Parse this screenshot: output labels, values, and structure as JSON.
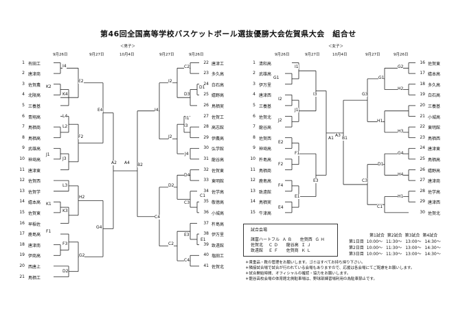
{
  "title": "第46回全国高等学校バスケットボール選抜優勝大会佐賀県大会　組合せ",
  "male": {
    "section_label": "＜男子＞",
    "dates_left": [
      "9月26日",
      "9月27日",
      "10月4日"
    ],
    "dates_right": [
      "9月27日",
      "9月26日"
    ],
    "left_teams": [
      {
        "n": "1",
        "name": "有田工"
      },
      {
        "n": "2",
        "name": "唐津商"
      },
      {
        "n": "3",
        "name": "佐賀農"
      },
      {
        "n": "4",
        "name": "北陵高"
      },
      {
        "n": "5",
        "name": "三養基"
      },
      {
        "n": "6",
        "name": "青翔高"
      },
      {
        "n": "7",
        "name": "鳥栖商"
      },
      {
        "n": "8",
        "name": "鳥栖高"
      },
      {
        "n": "9",
        "name": "武雄高"
      },
      {
        "n": "10",
        "name": "神埼高"
      },
      {
        "n": "11",
        "name": "唐津東"
      },
      {
        "n": "12",
        "name": "佐賀西"
      },
      {
        "n": "13",
        "name": "佐賀学"
      },
      {
        "n": "14",
        "name": "嬉本高"
      },
      {
        "n": "15",
        "name": "佐賀東"
      },
      {
        "n": "16",
        "name": "早稲佐"
      },
      {
        "n": "17",
        "name": "鹿島高"
      },
      {
        "n": "18",
        "name": "唐津南"
      },
      {
        "n": "19",
        "name": "伊商高"
      },
      {
        "n": "20",
        "name": "西唐上"
      },
      {
        "n": "21",
        "name": "鳥栖工"
      }
    ],
    "right_teams": [
      {
        "n": "22",
        "name": "唐津工"
      },
      {
        "n": "23",
        "name": "多久高"
      },
      {
        "n": "24",
        "name": "白石高"
      },
      {
        "n": "25",
        "name": "嬉野高"
      },
      {
        "n": "26",
        "name": "鳥栖実"
      },
      {
        "n": "27",
        "name": "佐賀工"
      },
      {
        "n": "28",
        "name": "高志館"
      },
      {
        "n": "29",
        "name": "伊農高"
      },
      {
        "n": "30",
        "name": "弘学館"
      },
      {
        "n": "31",
        "name": "龍谷高"
      },
      {
        "n": "32",
        "name": "佐賀東"
      },
      {
        "n": "33",
        "name": "東明館"
      },
      {
        "n": "34",
        "name": "佐学高"
      },
      {
        "n": "35",
        "name": "敬徳高"
      },
      {
        "n": "36",
        "name": "小城高"
      },
      {
        "n": "37",
        "name": "杵島高"
      },
      {
        "n": "38",
        "name": "伊万里"
      },
      {
        "n": "39",
        "name": "致遠館"
      },
      {
        "n": "40",
        "name": "塩田工"
      },
      {
        "n": "41",
        "name": "佐賀北"
      }
    ],
    "labels": [
      "I4",
      "K2",
      "K4",
      "E2",
      "L2",
      "L4",
      "F2",
      "J1",
      "J3",
      "L3",
      "K1",
      "K3",
      "H2",
      "F1",
      "F3",
      "G2",
      "D2",
      "G4",
      "E4",
      "A2",
      "A4",
      "B2",
      "C4",
      "I4",
      "C2",
      "D1",
      "D3",
      "I2",
      "I3",
      "I1",
      "J2",
      "J4",
      "D4",
      "C1",
      "C3",
      "D2",
      "E3",
      "E1",
      "C4",
      "C2"
    ]
  },
  "female": {
    "section_label": "＜女子＞",
    "dates_left": [
      "9月26日",
      "9月27日",
      "10月4日"
    ],
    "dates_right": [
      "9月27日",
      "9月26日"
    ],
    "left_teams": [
      {
        "n": "1",
        "name": "清和高"
      },
      {
        "n": "2",
        "name": "武雄高"
      },
      {
        "n": "3",
        "name": "伊万里"
      },
      {
        "n": "4",
        "name": "唐津西"
      },
      {
        "n": "5",
        "name": "三養基"
      },
      {
        "n": "6",
        "name": "佐賀北"
      },
      {
        "n": "7",
        "name": "龍谷高"
      },
      {
        "n": "8",
        "name": "佐賀西"
      },
      {
        "n": "9",
        "name": "神埼高"
      },
      {
        "n": "10",
        "name": "杵島高"
      },
      {
        "n": "11",
        "name": "鳥栖商"
      },
      {
        "n": "12",
        "name": "鹿島高"
      },
      {
        "n": "13",
        "name": "致遠館"
      },
      {
        "n": "14",
        "name": "鳥栖実"
      },
      {
        "n": "15",
        "name": "牛津高"
      }
    ],
    "right_teams": [
      {
        "n": "16",
        "name": "佐賀東"
      },
      {
        "n": "17",
        "name": "嬉本高"
      },
      {
        "n": "18",
        "name": "多久高"
      },
      {
        "n": "19",
        "name": "白石高"
      },
      {
        "n": "20",
        "name": "三養基"
      },
      {
        "n": "21",
        "name": "小城高"
      },
      {
        "n": "22",
        "name": "東明館"
      },
      {
        "n": "23",
        "name": "鳥栖西"
      },
      {
        "n": "24",
        "name": "唐津東"
      },
      {
        "n": "25",
        "name": "鳥栖高"
      },
      {
        "n": "26",
        "name": "嬉野高"
      },
      {
        "n": "27",
        "name": "唐津商"
      },
      {
        "n": "28",
        "name": "佐学高"
      },
      {
        "n": "29",
        "name": "唐津西"
      },
      {
        "n": "30",
        "name": "佐賀北"
      }
    ],
    "labels": [
      "I1",
      "G1",
      "I2",
      "J1",
      "J2",
      "I3",
      "E2",
      "F2",
      "F1",
      "F4",
      "E1",
      "E4",
      "E3",
      "A1",
      "A3",
      "B1",
      "G2",
      "H2",
      "G1",
      "G3",
      "H3",
      "H1",
      "G4",
      "H4",
      "D1",
      "C3",
      "H1",
      "C1"
    ]
  },
  "venue_box": {
    "title": "試合会場",
    "rows": [
      {
        "name": "諸富ハートフル",
        "codes": "Ａ Ｂ",
        "name2": "佐賀西",
        "codes2": "Ｇ Ｈ"
      },
      {
        "name": "佐賀北",
        "codes": "Ｃ Ｄ",
        "name2": "龍谷高",
        "codes2": "Ｉ Ｊ"
      },
      {
        "name": "致遠館",
        "codes": "Ｅ Ｆ",
        "name2": "佐賀商",
        "codes2": "Ｋ Ｌ"
      }
    ]
  },
  "schedule_box": {
    "header": [
      "第1試合",
      "第2試合",
      "第3試合",
      "第4試合"
    ],
    "rows": [
      {
        "day": "第1日目",
        "times": [
          "10:00～",
          "11:30～",
          "13:00～",
          "14:30～"
        ]
      },
      {
        "day": "第2日目",
        "times": [
          "10:00～",
          "11:30～",
          "13:00～",
          "14:30～"
        ]
      },
      {
        "day": "第3日目",
        "times": [
          "10:00～",
          "11:30～",
          "13:00～",
          "14:30～"
        ]
      }
    ]
  },
  "notes": [
    "＊貴重品・靴の管理をお願いします。ゴミはすべてお持ち帰り下さい。",
    "＊隣接試合場で試合が行われている会場もありますので、応援は各会場にてご配慮をお願いします。",
    "＊試合開始時間、オフィシャルの確認・協力をお願いします。",
    "＊龍谷高校会場の体育館北側駐車場は、野球部練習場利用の為駐車禁止です。"
  ]
}
